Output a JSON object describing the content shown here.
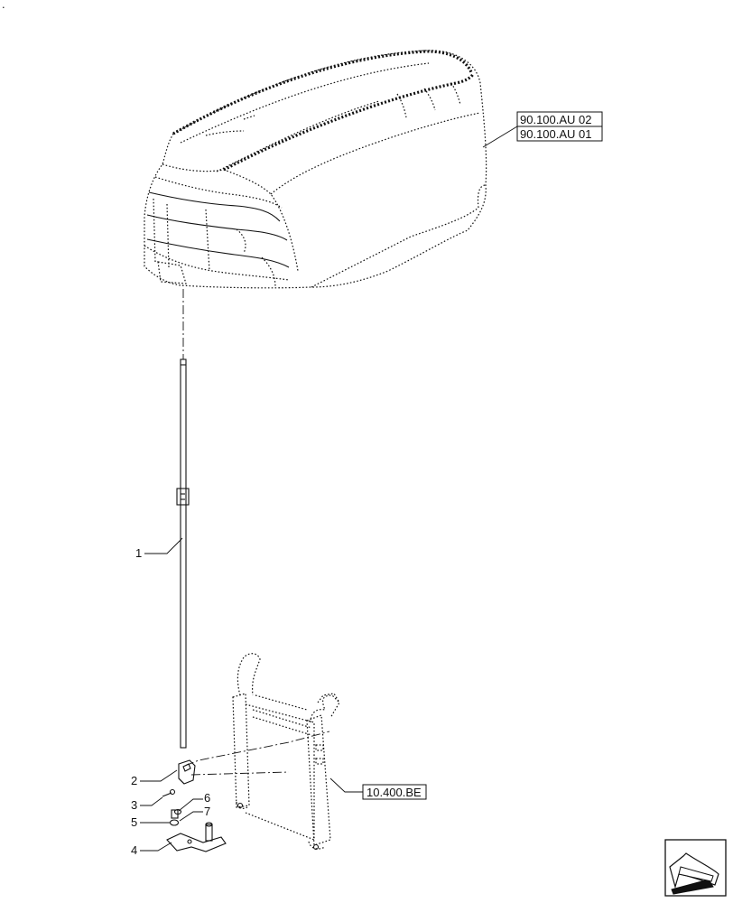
{
  "corner_mark": ".",
  "references": {
    "hood_ref_1": "90.100.AU 02",
    "hood_ref_2": "90.100.AU 01",
    "radiator_ref": "10.400.BE"
  },
  "callouts": {
    "c1": "1",
    "c2": "2",
    "c3": "3",
    "c4": "4",
    "c5": "5",
    "c6": "6",
    "c7": "7"
  },
  "icons": {
    "navigation": "arrow-icon"
  }
}
